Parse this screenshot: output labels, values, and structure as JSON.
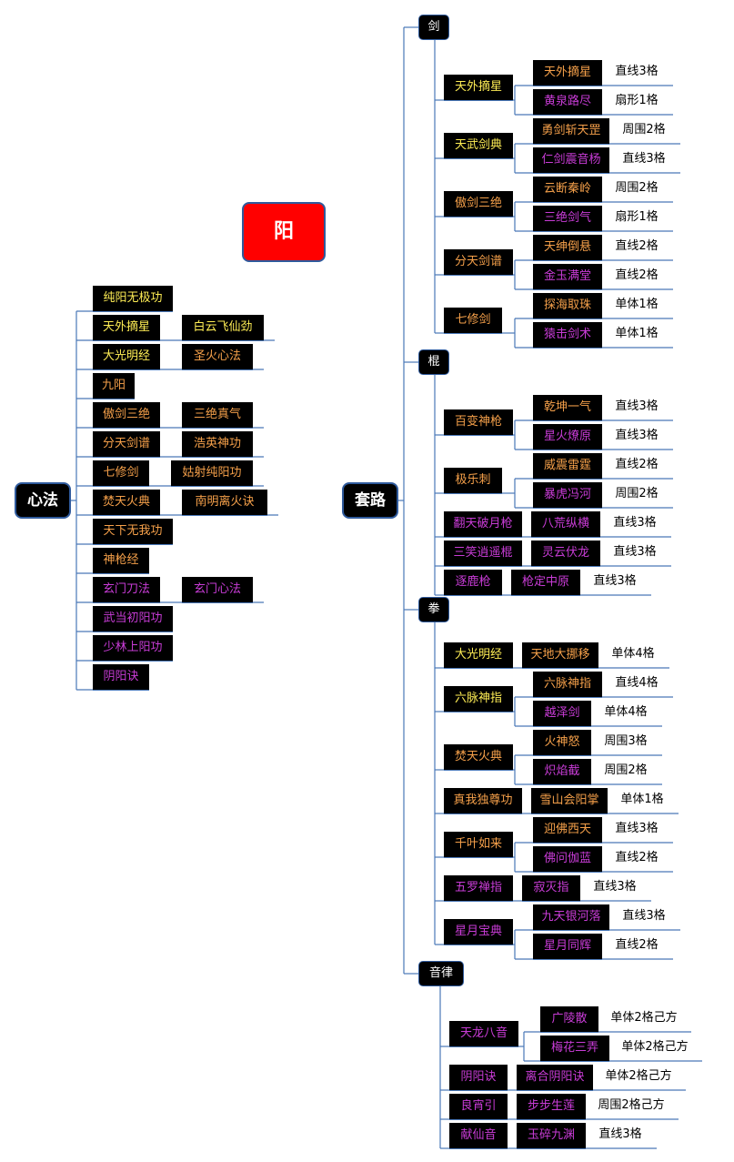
{
  "title": "阳",
  "left": {
    "root": "心法",
    "items": [
      {
        "label": "纯阳无极功",
        "color": "yellow"
      },
      {
        "label": "天外摘星",
        "color": "yellow",
        "child": "白云飞仙劲",
        "child_color": "yellow"
      },
      {
        "label": "大光明经",
        "color": "yellow",
        "child": "圣火心法",
        "child_color": "orange"
      },
      {
        "label": "九阳",
        "color": "orange"
      },
      {
        "label": "傲剑三绝",
        "color": "orange",
        "child": "三绝真气",
        "child_color": "orange"
      },
      {
        "label": "分天剑谱",
        "color": "orange",
        "child": "浩英神功",
        "child_color": "orange"
      },
      {
        "label": "七修剑",
        "color": "orange",
        "child": "姑射纯阳功",
        "child_color": "orange"
      },
      {
        "label": "焚天火典",
        "color": "orange",
        "child": "南明离火诀",
        "child_color": "orange"
      },
      {
        "label": "天下无我功",
        "color": "orange"
      },
      {
        "label": "神枪经",
        "color": "orange"
      },
      {
        "label": "玄门刀法",
        "color": "purple",
        "child": "玄门心法",
        "child_color": "purple"
      },
      {
        "label": "武当初阳功",
        "color": "purple"
      },
      {
        "label": "少林上阳功",
        "color": "purple"
      },
      {
        "label": "阴阳诀",
        "color": "purple"
      }
    ]
  },
  "right": {
    "root": "套路",
    "categories": [
      {
        "label": "剑",
        "groups": [
          {
            "label": "天外摘星",
            "color": "yellow",
            "skills": [
              {
                "label": "天外摘星",
                "color": "orange",
                "range": "直线3格"
              },
              {
                "label": "黄泉路尽",
                "color": "purple",
                "range": "扇形1格"
              }
            ]
          },
          {
            "label": "天武剑典",
            "color": "yellow",
            "skills": [
              {
                "label": "勇剑斩天罡",
                "color": "orange",
                "range": "周围2格"
              },
              {
                "label": "仁剑震音杨",
                "color": "purple",
                "range": "直线3格"
              }
            ]
          },
          {
            "label": "傲剑三绝",
            "color": "orange",
            "skills": [
              {
                "label": "云断秦岭",
                "color": "orange",
                "range": "周围2格"
              },
              {
                "label": "三绝剑气",
                "color": "purple",
                "range": "扇形1格"
              }
            ]
          },
          {
            "label": "分天剑谱",
            "color": "orange",
            "skills": [
              {
                "label": "天绅倒悬",
                "color": "orange",
                "range": "直线2格"
              },
              {
                "label": "金玉满堂",
                "color": "purple",
                "range": "直线2格"
              }
            ]
          },
          {
            "label": "七修剑",
            "color": "orange",
            "skills": [
              {
                "label": "探海取珠",
                "color": "orange",
                "range": "单体1格"
              },
              {
                "label": "猿击剑术",
                "color": "purple",
                "range": "单体1格"
              }
            ]
          }
        ]
      },
      {
        "label": "棍",
        "groups": [
          {
            "label": "百变神枪",
            "color": "orange",
            "skills": [
              {
                "label": "乾坤一气",
                "color": "orange",
                "range": "直线3格"
              },
              {
                "label": "星火燎原",
                "color": "purple",
                "range": "直线3格"
              }
            ]
          },
          {
            "label": "极乐刺",
            "color": "orange",
            "skills": [
              {
                "label": "威震雷霆",
                "color": "orange",
                "range": "直线2格"
              },
              {
                "label": "暴虎冯河",
                "color": "purple",
                "range": "周围2格"
              }
            ]
          },
          {
            "label": "翻天破月枪",
            "color": "purple",
            "skills": [
              {
                "label": "八荒纵横",
                "color": "purple",
                "range": "直线3格"
              }
            ]
          },
          {
            "label": "三笑逍遥棍",
            "color": "purple",
            "skills": [
              {
                "label": "灵云伏龙",
                "color": "purple",
                "range": "直线3格"
              }
            ]
          },
          {
            "label": "逐鹿枪",
            "color": "purple",
            "skills": [
              {
                "label": "枪定中原",
                "color": "purple",
                "range": "直线3格"
              }
            ]
          }
        ]
      },
      {
        "label": "拳",
        "groups": [
          {
            "label": "大光明经",
            "color": "yellow",
            "skills": [
              {
                "label": "天地大挪移",
                "color": "orange",
                "range": "单体4格"
              }
            ]
          },
          {
            "label": "六脉神指",
            "color": "yellow",
            "skills": [
              {
                "label": "六脉神指",
                "color": "orange",
                "range": "直线4格"
              },
              {
                "label": "越泽剑",
                "color": "purple",
                "range": "单体4格"
              }
            ]
          },
          {
            "label": "焚天火典",
            "color": "orange",
            "skills": [
              {
                "label": "火神怒",
                "color": "orange",
                "range": "周围3格"
              },
              {
                "label": "炽焰截",
                "color": "purple",
                "range": "周围2格"
              }
            ]
          },
          {
            "label": "真我独尊功",
            "color": "orange",
            "skills": [
              {
                "label": "雪山会阳掌",
                "color": "orange",
                "range": "单体1格"
              }
            ]
          },
          {
            "label": "千叶如来",
            "color": "orange",
            "skills": [
              {
                "label": "迎佛西天",
                "color": "orange",
                "range": "直线3格"
              },
              {
                "label": "佛问伽蓝",
                "color": "purple",
                "range": "直线2格"
              }
            ]
          },
          {
            "label": "五罗禅指",
            "color": "purple",
            "skills": [
              {
                "label": "寂灭指",
                "color": "purple",
                "range": "直线3格"
              }
            ]
          },
          {
            "label": "星月宝典",
            "color": "purple",
            "skills": [
              {
                "label": "九天银河落",
                "color": "purple",
                "range": "直线3格"
              },
              {
                "label": "星月同辉",
                "color": "purple",
                "range": "直线2格"
              }
            ]
          }
        ]
      },
      {
        "label": "音律",
        "groups": [
          {
            "label": "天龙八音",
            "color": "purple",
            "skills": [
              {
                "label": "广陵散",
                "color": "purple",
                "range": "单体2格己方"
              },
              {
                "label": "梅花三弄",
                "color": "purple",
                "range": "单体2格己方"
              }
            ]
          },
          {
            "label": "阴阳诀",
            "color": "purple",
            "skills": [
              {
                "label": "离合阴阳诀",
                "color": "purple",
                "range": "单体2格己方"
              }
            ]
          },
          {
            "label": "良宵引",
            "color": "purple",
            "skills": [
              {
                "label": "步步生莲",
                "color": "purple",
                "range": "周围2格己方"
              }
            ]
          },
          {
            "label": "献仙音",
            "color": "purple",
            "skills": [
              {
                "label": "玉碎九渊",
                "color": "purple",
                "range": "直线3格"
              }
            ]
          }
        ]
      }
    ]
  },
  "colors": {
    "yellow": "#ffee55",
    "orange": "#f5a04a",
    "purple": "#c83cd6",
    "line": "#4a78b8",
    "accent": "#ff0000"
  }
}
